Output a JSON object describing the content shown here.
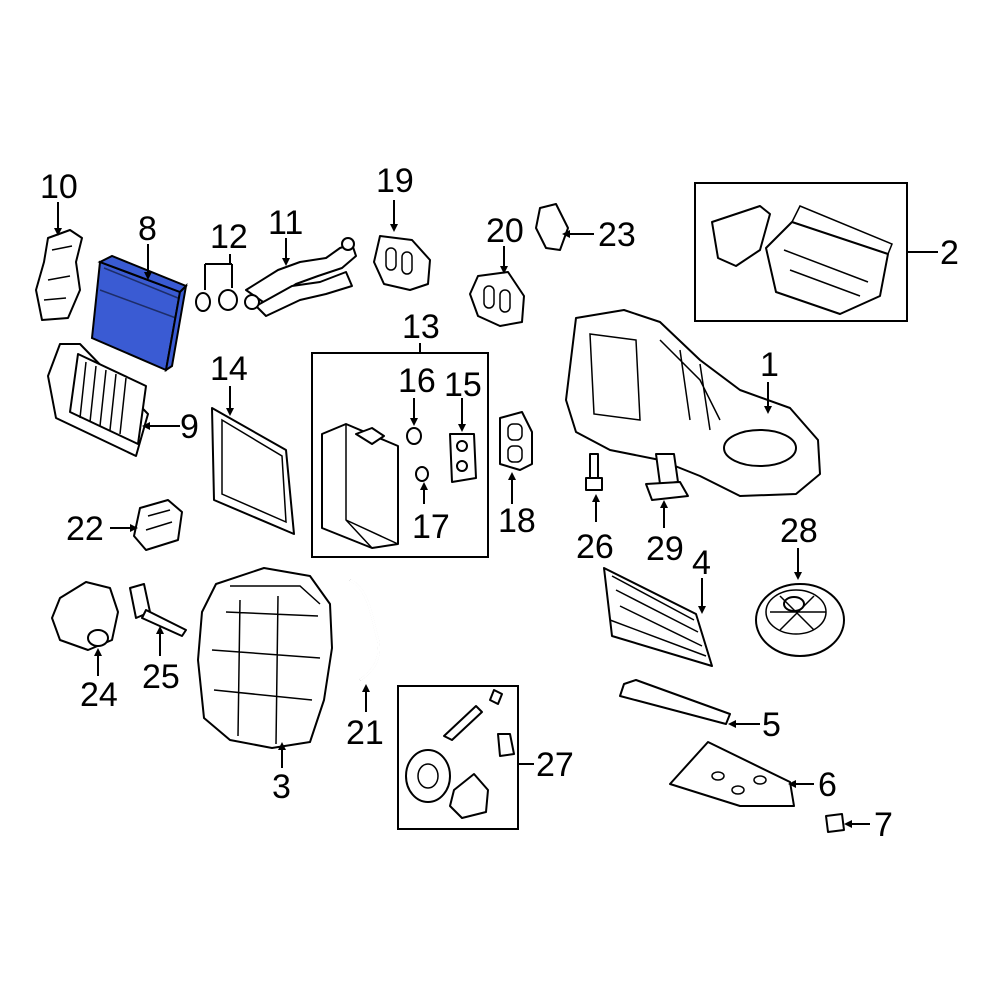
{
  "diagram": {
    "highlight_color": "#3a5bd3",
    "highlighted_part": "8",
    "labels": {
      "p1": "1",
      "p2": "2",
      "p3": "3",
      "p4": "4",
      "p5": "5",
      "p6": "6",
      "p7": "7",
      "p8": "8",
      "p9": "9",
      "p10": "10",
      "p11": "11",
      "p12": "12",
      "p13": "13",
      "p14": "14",
      "p15": "15",
      "p16": "16",
      "p17": "17",
      "p18": "18",
      "p19": "19",
      "p20": "20",
      "p21": "21",
      "p22": "22",
      "p23": "23",
      "p24": "24",
      "p25": "25",
      "p26": "26",
      "p27": "27",
      "p28": "28",
      "p29": "29"
    }
  }
}
